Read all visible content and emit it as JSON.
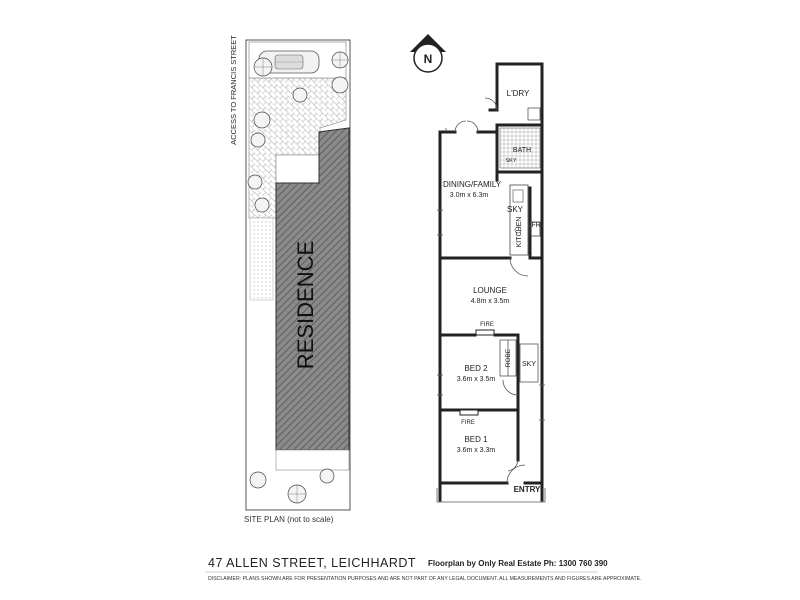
{
  "site_plan": {
    "access_label": "ACCESS TO FRANCIS STREET",
    "residence_label": "RESIDENCE",
    "caption": "SITE PLAN (not to scale)"
  },
  "compass": {
    "letter": "N"
  },
  "rooms": {
    "laundry": "L'DRY",
    "bath": "BATH",
    "bath_sky": "SKY",
    "dining_name": "DINING/FAMILY",
    "dining_dims": "3.0m x 6.3m",
    "kitchen_sky": "SKY",
    "kitchen": "KITCHEN",
    "fridge": "FR",
    "lounge_name": "LOUNGE",
    "lounge_dims": "4.8m x 3.5m",
    "lounge_fire": "FIRE",
    "bed2_name": "BED 2",
    "bed2_dims": "3.6m x 3.5m",
    "robe": "ROBE",
    "hall_sky": "SKY",
    "bed1_fire": "FIRE",
    "bed1_name": "BED 1",
    "bed1_dims": "3.6m x 3.3m",
    "entry": "ENTRY"
  },
  "footer": {
    "address": "47 ALLEN STREET, LEICHHARDT",
    "credit": "Floorplan by Only Real Estate Ph: 1300 760 390",
    "disclaimer": "DISCLAIMER: PLANS SHOWN ARE FOR PRESENTATION PURPOSES AND ARE NOT PART OF ANY LEGAL DOCUMENT. ALL MEASUREMENTS AND FIGURES ARE APPROXIMATE."
  }
}
